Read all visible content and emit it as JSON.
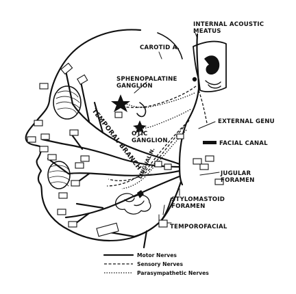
{
  "labels": {
    "internal_acoustic_meatus": [
      "INTERNAL ACOUSTIC",
      "MEATUS"
    ],
    "carotid": "CAROTID A.",
    "sphenopalatine": [
      "SPHENOPALATINE",
      "GANGLION"
    ],
    "otic": [
      "OTIC",
      "GANGLION"
    ],
    "external_genu": "EXTERNAL GENU",
    "facial_canal": "FACIAL CANAL",
    "temporal_branch": "TEMPORAL BRANCH",
    "lingual": "LINGUAL N.",
    "jugular_foramen": [
      "JUGULAR",
      "FORAMEN"
    ],
    "stylomastoid_foramen": [
      "STYLOMASTOID",
      "FORAMEN"
    ],
    "temporofacial": "TEMPOROFACIAL"
  },
  "legend": [
    {
      "style": "motor",
      "label": "Motor Nerves"
    },
    {
      "style": "sensory",
      "label": "Sensory Nerves"
    },
    {
      "style": "para",
      "label": "Parasympathetic Nerves"
    }
  ],
  "colors": {
    "ink": "#111111",
    "paper": "#ffffff"
  }
}
